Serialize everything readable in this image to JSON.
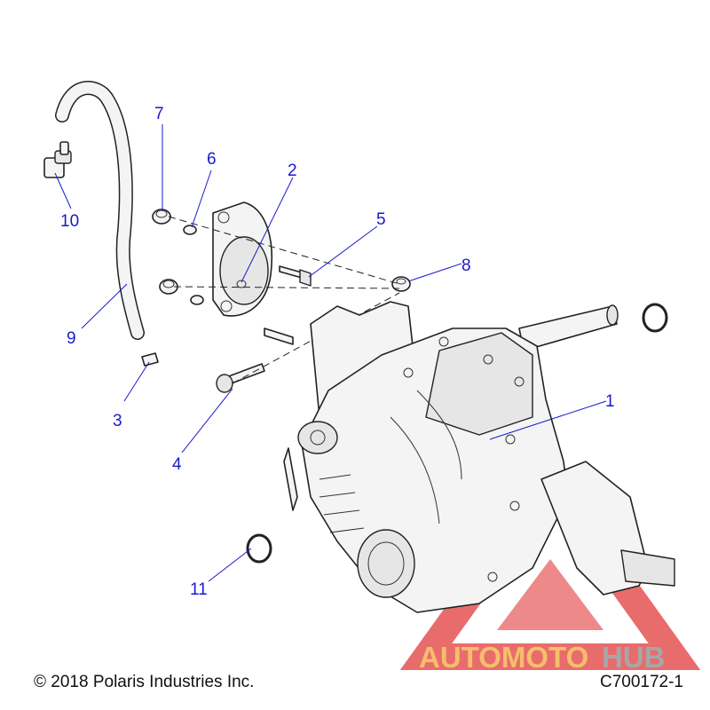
{
  "callouts": [
    {
      "id": "1",
      "label": "1"
    },
    {
      "id": "2",
      "label": "2"
    },
    {
      "id": "3",
      "label": "3"
    },
    {
      "id": "4",
      "label": "4"
    },
    {
      "id": "5",
      "label": "5"
    },
    {
      "id": "6",
      "label": "6"
    },
    {
      "id": "7",
      "label": "7"
    },
    {
      "id": "8",
      "label": "8"
    },
    {
      "id": "9",
      "label": "9"
    },
    {
      "id": "10",
      "label": "10"
    },
    {
      "id": "11",
      "label": "11"
    }
  ],
  "footer": {
    "copyright": "© 2018 Polaris Industries Inc.",
    "drawing_code": "C700172-1"
  },
  "watermark": {
    "text_left": "AUTOMOTO",
    "text_right": "HUB",
    "color_left": "#f2a93b",
    "color_right": "#8a8a8a",
    "triangle_color": "#e23b3b"
  },
  "colors": {
    "callout": "#1a1acc",
    "line": "#222222"
  }
}
